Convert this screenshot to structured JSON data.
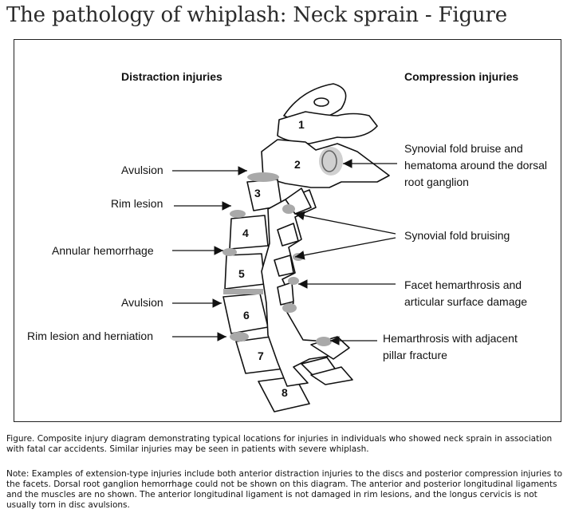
{
  "title": "The pathology of whiplash: Neck sprain - Figure",
  "figure": {
    "headings": {
      "left": "Distraction injuries",
      "right": "Compression injuries"
    },
    "left_labels": [
      {
        "id": "avulsion-1",
        "text": "Avulsion"
      },
      {
        "id": "rim-lesion",
        "text": "Rim lesion"
      },
      {
        "id": "annular-hemorrhage",
        "text": "Annular hemorrhage"
      },
      {
        "id": "avulsion-2",
        "text": "Avulsion"
      },
      {
        "id": "rim-lesion-herniation",
        "text": "Rim lesion and herniation"
      }
    ],
    "right_labels": [
      {
        "id": "synovial-fold-bruise-hematoma",
        "text": "Synovial fold bruise and hematoma around the dorsal root ganglion"
      },
      {
        "id": "synovial-fold-bruising",
        "text": "Synovial fold bruising"
      },
      {
        "id": "facet-hemarthrosis",
        "text": "Facet hemarthrosis and articular surface damage"
      },
      {
        "id": "hemarthrosis-pillar-fracture",
        "text": "Hemarthrosis with adjacent pillar fracture"
      }
    ],
    "vertebrae": [
      "1",
      "2",
      "3",
      "4",
      "5",
      "6",
      "7",
      "8"
    ],
    "colors": {
      "injury_shading": "#a9a9a9",
      "outline": "#111111"
    }
  },
  "caption": "Figure. Composite injury diagram demonstrating typical locations for injuries in individuals who showed neck sprain in association with fatal car accidents. Similar injuries may be seen in patients with severe whiplash.",
  "note": "Note: Examples of extension-type injuries include both anterior distraction injuries to the discs and posterior compression injuries to the facets. Dorsal root ganglion hemorrhage could not be shown on this diagram. The anterior and posterior longitudinal ligaments and the muscles are no shown. The anterior longitudinal ligament is not damaged in rim lesions, and the longus cervicis is not usually torn in disc avulsions."
}
